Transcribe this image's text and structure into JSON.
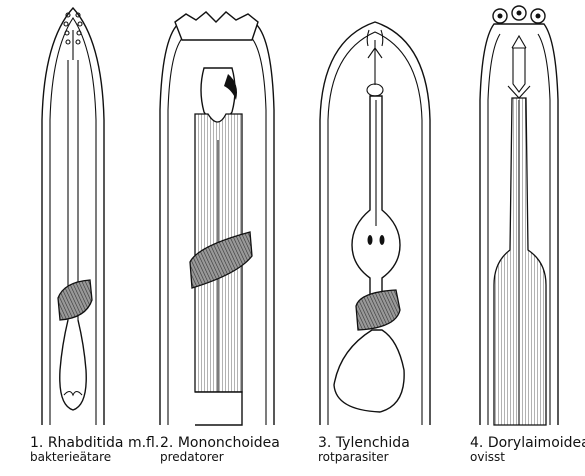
{
  "figure": {
    "panels": [
      {
        "number": "1.",
        "taxon": "Rhabditida m.fl.",
        "role": "bakterieätare"
      },
      {
        "number": "2.",
        "taxon": "Mononchoidea",
        "role": "predatorer"
      },
      {
        "number": "3.",
        "taxon": "Tylenchida",
        "role": "rotparasiter"
      },
      {
        "number": "4.",
        "taxon": "Dorylaimoidea",
        "role": "ovisst"
      }
    ]
  }
}
